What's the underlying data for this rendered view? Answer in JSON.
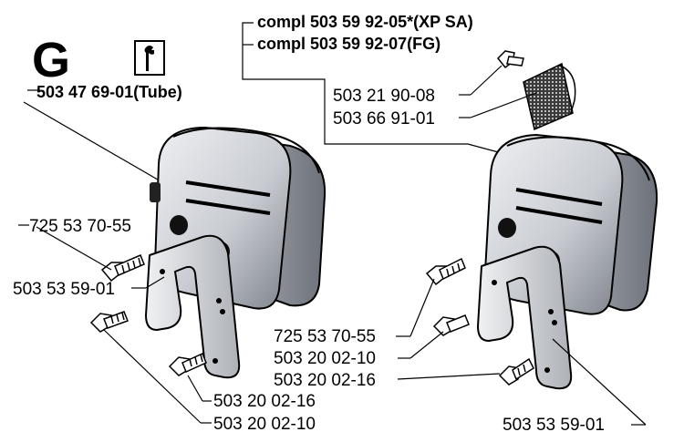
{
  "section_letter": "G",
  "tool_icon": "wrench-icon",
  "tube_label": "503 47 69-01(Tube)",
  "kit_labels": {
    "compl_xp_sa": "compl 503 59 92-05*(XP SA)",
    "compl_fg": "compl 503 59 92-07(FG)"
  },
  "left_labels": {
    "p725": "725 53 70-55",
    "p5035359": "503 53 59-01",
    "p16": "503 20 02-16",
    "p10": "503 20 02-10"
  },
  "right_labels": {
    "p21": "503 21 90-08",
    "p66": "503 66 91-01",
    "p725": "725 53 70-55",
    "p10": "503 20 02-10",
    "p16": "503 20 02-16",
    "p5035359": "503 53 59-01"
  }
}
